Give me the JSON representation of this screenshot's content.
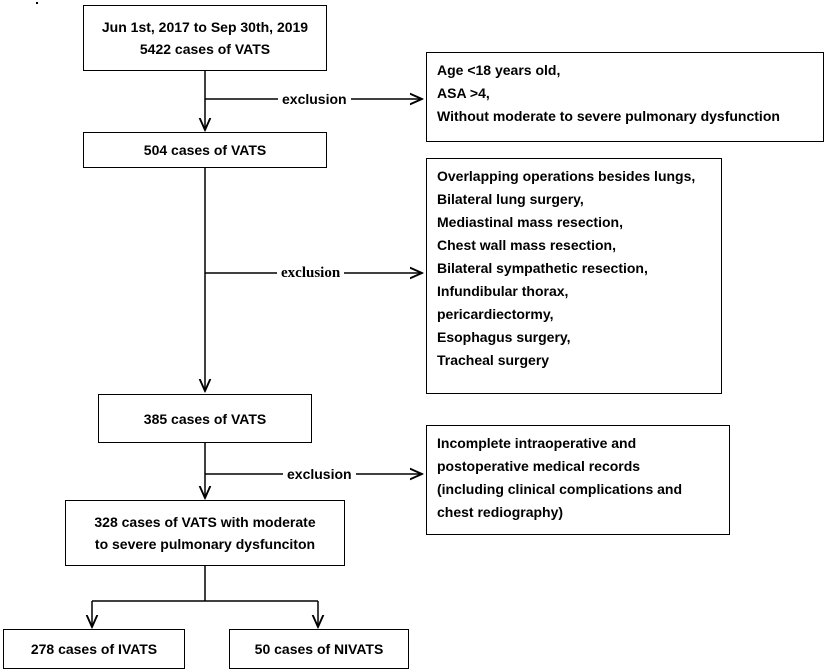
{
  "nodes": {
    "start": [
      "Jun 1st, 2017 to Sep 30th, 2019",
      "5422 cases of VATS"
    ],
    "step1": "504 cases of VATS",
    "step2": "385 cases of VATS",
    "step3": [
      "328 cases of VATS with moderate",
      "to severe pulmonary dysfunciton"
    ],
    "ivats": "278 cases of IVATS",
    "nivats": "50 cases of NIVATS"
  },
  "exclusions": [
    {
      "label": "exclusion",
      "items": [
        "Age <18 years old,",
        "ASA >4,",
        "Without moderate to severe pulmonary dysfunction"
      ]
    },
    {
      "label": "exclusion",
      "items": [
        "Overlapping operations besides lungs,",
        "Bilateral lung surgery,",
        "Mediastinal mass resection,",
        "Chest wall mass resection,",
        "Bilateral sympathetic resection,",
        "Infundibular thorax,",
        "pericardiectormy,",
        "Esophagus surgery,",
        "Tracheal surgery"
      ]
    },
    {
      "label": "exclusion",
      "items": [
        "Incomplete intraoperative and",
        "postoperative medical records",
        "(including clinical complications and",
        "chest rediography)"
      ]
    }
  ]
}
